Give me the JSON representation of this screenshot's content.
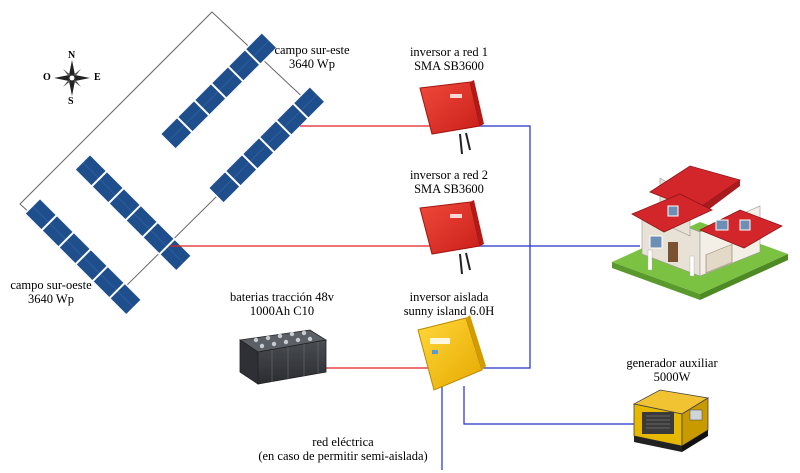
{
  "compass": {
    "north": "N",
    "south": "S",
    "east": "E",
    "west": "O"
  },
  "fields": {
    "south_east": {
      "name": "campo sur-este",
      "power": "3640 Wp"
    },
    "south_west": {
      "name": "campo sur-oeste",
      "power": "3640 Wp"
    }
  },
  "inverters": {
    "grid_1": {
      "name": "inversor a red 1",
      "model": "SMA SB3600"
    },
    "grid_2": {
      "name": "inversor a red 2",
      "model": "SMA SB3600"
    },
    "island": {
      "name": "inversor aislada",
      "model": "sunny island 6.0H"
    }
  },
  "batteries": {
    "name": "baterias tracción 48v",
    "capacity": "1000Ah C10"
  },
  "generator": {
    "name": "generador auxiliar",
    "power": "5000W"
  },
  "grid": {
    "name": "red eléctrica",
    "note": "(en caso de permitir semi-aislada)"
  },
  "colors": {
    "dc_line": "#e02020",
    "ac_line": "#2030c8",
    "panel": "#1f4e8c",
    "inverter_red": "#e8302a",
    "inverter_yellow": "#f5c400",
    "roof": "#d3262b",
    "grass": "#7cc242"
  }
}
